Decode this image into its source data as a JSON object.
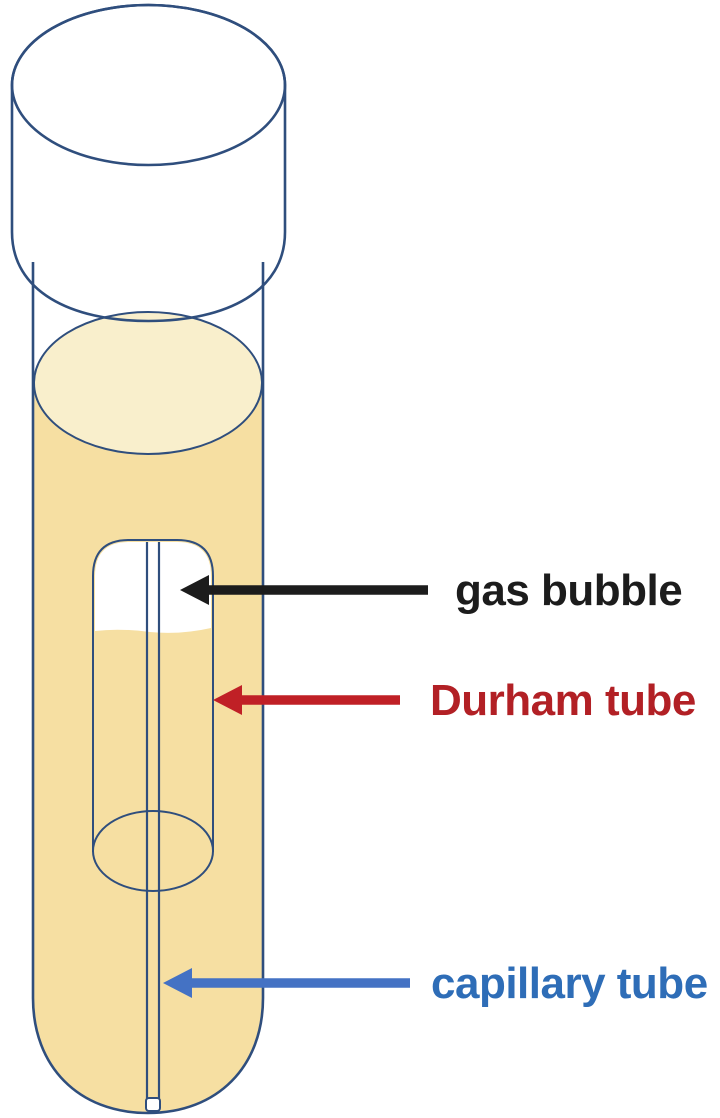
{
  "figure": {
    "labels": {
      "gas_bubble": "gas bubble",
      "durham_tube": "Durham tube",
      "capillary_tube": "capillary tube"
    },
    "colors": {
      "background": "#ffffff",
      "outline": "#2f4e7d",
      "cap_top": "#abc68e",
      "cap_side": "#6ba14d",
      "medium": "#f6dfa2",
      "medium_surface": "#f9efcc",
      "gas_bubble": "#ffffff",
      "label_black": "#1c1c1c",
      "arrow_black": "#1c1c1c",
      "label_red": "#b22025",
      "arrow_red": "#c02026",
      "label_blue": "#2e6db7",
      "arrow_blue": "#4472c4"
    }
  }
}
